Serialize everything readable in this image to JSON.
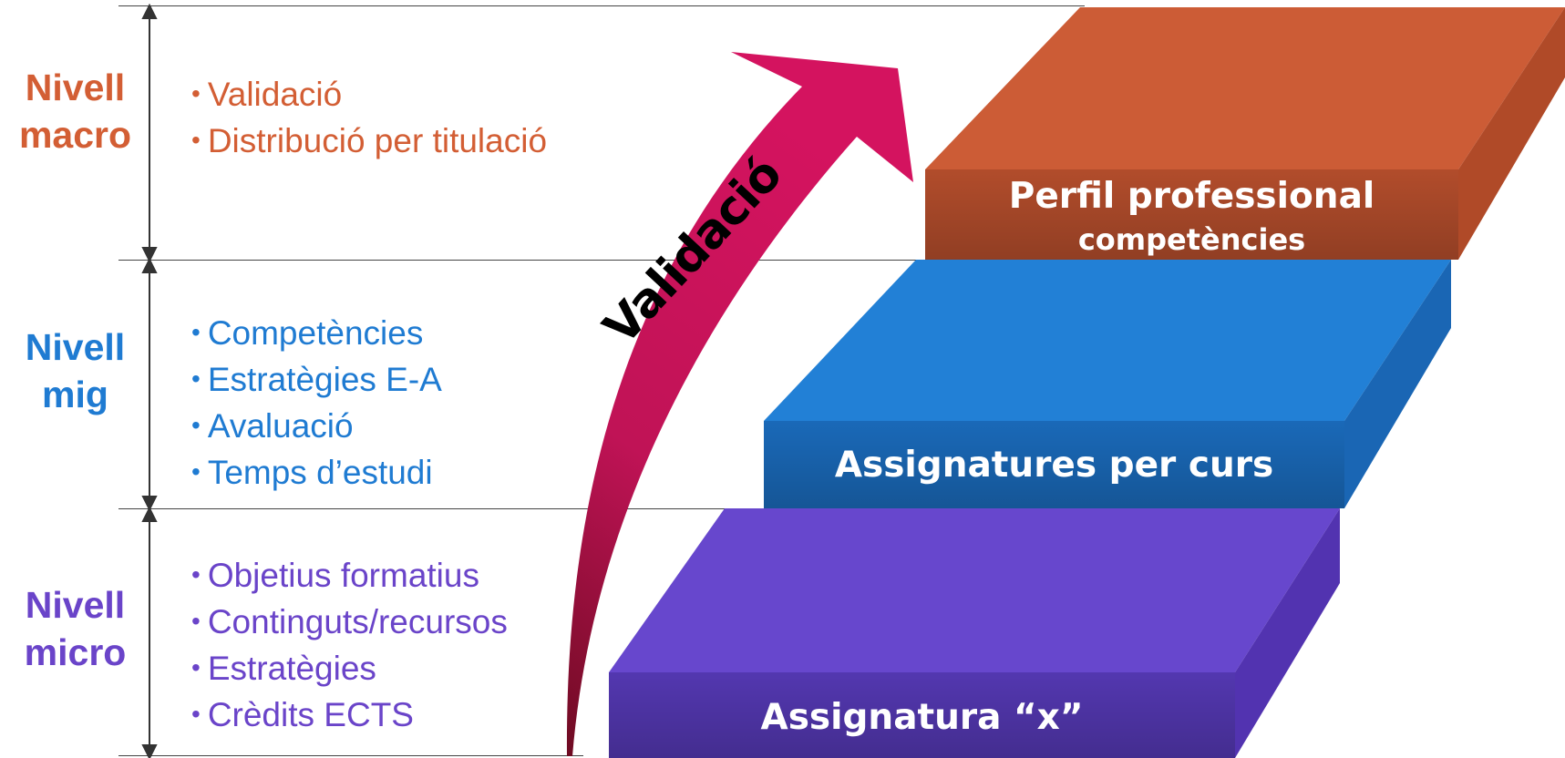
{
  "levels": [
    {
      "line1": "Nivell",
      "line2": "macro",
      "color": "#D35E34",
      "items": [
        "Validació",
        "Distribució  per titulació"
      ]
    },
    {
      "line1": "Nivell",
      "line2": "mig",
      "color": "#1F7BD2",
      "items": [
        "Competències",
        "Estratègies E-A",
        "Avaluació",
        "Temps d’estudi"
      ]
    },
    {
      "line1": "Nivell",
      "line2": "micro",
      "color": "#6A44C9",
      "items": [
        "Objetius formatius",
        "Continguts/recursos",
        "Estratègies",
        "Crèdits ECTS"
      ]
    }
  ],
  "bullet_symbol": "•",
  "arrow": {
    "label": "Validació",
    "color": "#D4135F"
  },
  "steps": {
    "top": {
      "line1": "Perfil professional",
      "line2": "competències",
      "color": "#CC5C36"
    },
    "middle": {
      "label": "Assignatures per curs",
      "color": "#2280D6"
    },
    "bottom": {
      "label": "Assignatura “x”",
      "color": "#6747CD"
    }
  }
}
